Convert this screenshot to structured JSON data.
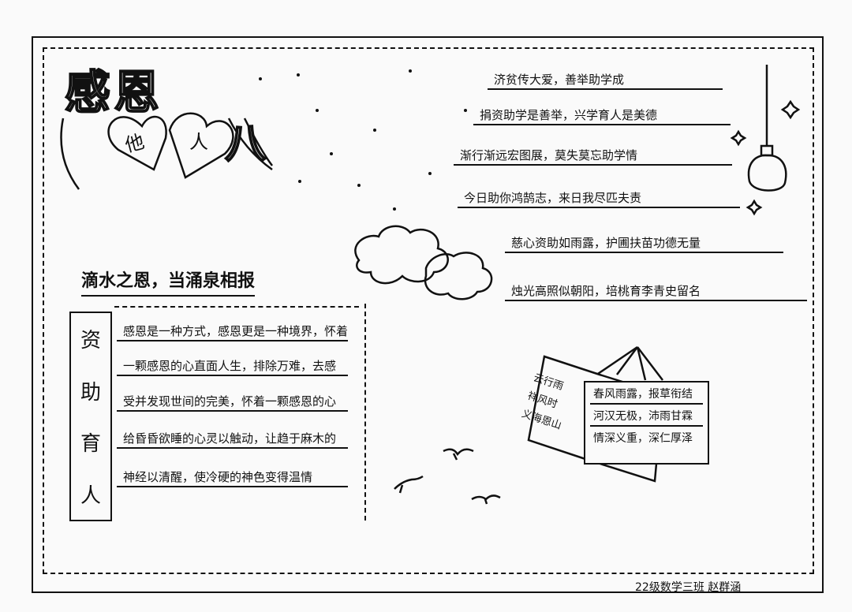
{
  "title": {
    "main": "感恩",
    "heart_left": "他",
    "heart_right": "人",
    "tail": "八"
  },
  "right_lines": [
    "济贫传大爱，善举助学成",
    "捐资助学是善举，兴学育人是美德",
    "渐行渐远宏图展，莫失莫忘助学情",
    "今日助你鸿鹄志，来日我尽匹夫责",
    "慈心资助如雨露，护圃扶苗功德无量",
    "烛光高照似朝阳，培桃育李青史留名"
  ],
  "section": {
    "heading": "滴水之恩，当涌泉相报",
    "vertical_title": [
      "资",
      "助",
      "育",
      "人"
    ],
    "paragraph_lines": [
      "感恩是一种方式，感恩更是一种境界，怀着",
      "一颗感恩的心直面人生，排除万难，去感",
      "受并发现世间的完美，怀着一颗感恩的心",
      "给昏昏欲睡的心灵以触动，让趋于麻木的",
      "神经以清醒，使冷硬的神色变得温情"
    ]
  },
  "cards": {
    "back": [
      "云行雨",
      "祥风时",
      "义海恩山"
    ],
    "front": [
      "春风雨露，报草衔结",
      "河汉无极，沛雨甘霖",
      "情深义重，深仁厚泽"
    ]
  },
  "signature": "22级数学三班 赵群涵"
}
